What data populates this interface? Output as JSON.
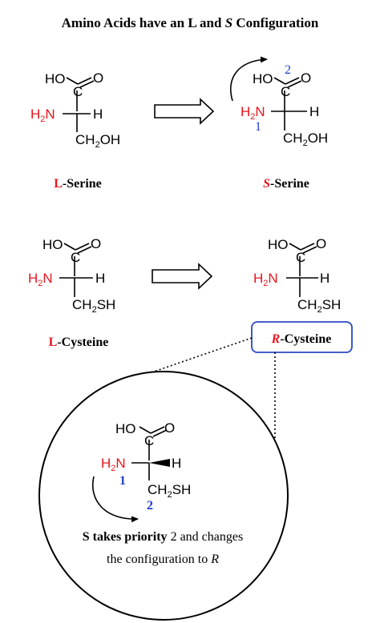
{
  "title": {
    "pre": "Amino Acids have an L and ",
    "italic": "S",
    "post": " Configuration"
  },
  "atoms": {
    "ho": "HO",
    "o": "O",
    "c": "C",
    "h2n": "H",
    "n": "N",
    "sub2": "2",
    "h": "H",
    "ch2oh": "CH",
    "oh": "OH",
    "ch2sh": "CH",
    "sh": "SH"
  },
  "labels": {
    "l_serine": {
      "prefix": "L",
      "rest": "-Serine"
    },
    "s_serine": {
      "prefix": "S",
      "rest": "-Serine"
    },
    "l_cysteine": {
      "prefix": "L",
      "rest": "-Cysteine"
    },
    "r_cysteine": {
      "prefix": "R",
      "rest": "-Cysteine"
    }
  },
  "priorities": {
    "one": "1",
    "two": "2"
  },
  "zoom_caption": {
    "bold": "S takes priority",
    "line1_rest": " 2 and changes",
    "line2": "the configuration to ",
    "line2_italic": "R"
  },
  "colors": {
    "red": "#e8141c",
    "blue": "#1f3fcf",
    "box_border": "#2a47c4"
  }
}
